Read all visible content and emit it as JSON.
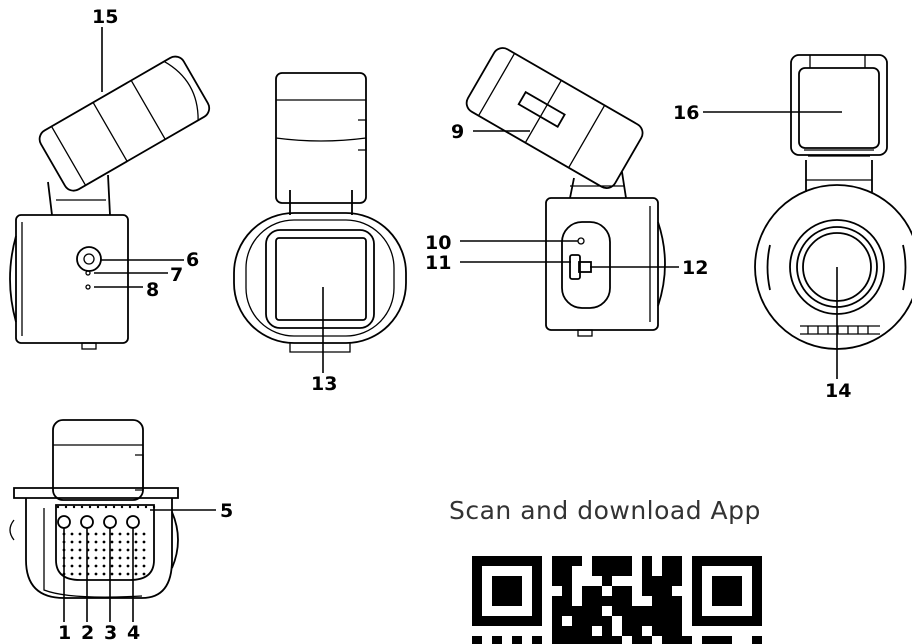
{
  "diagram": {
    "callouts": [
      "1",
      "2",
      "3",
      "4",
      "5",
      "6",
      "7",
      "8",
      "9",
      "10",
      "11",
      "12",
      "13",
      "14",
      "15",
      "16"
    ],
    "qr_caption": "Scan and download App"
  },
  "colors": {
    "line": "#000000",
    "caption": "#333333",
    "background": "#ffffff"
  },
  "icons": {
    "qr": "qr-code-icon"
  }
}
